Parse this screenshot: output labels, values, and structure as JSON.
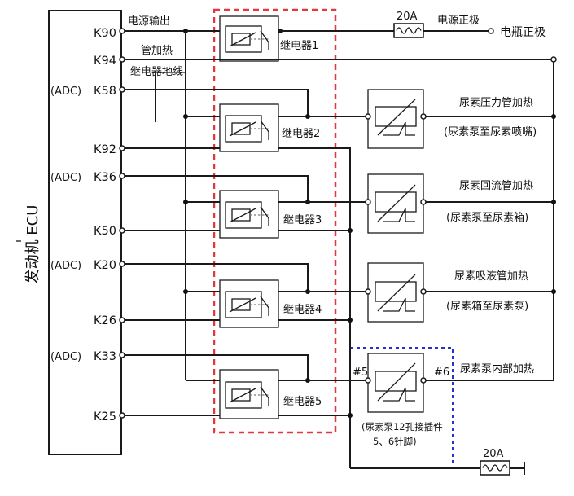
{
  "ecu": {
    "title": "发动机 ECU",
    "pins": [
      {
        "prefix": "",
        "name": "K90"
      },
      {
        "prefix": "",
        "name": "K94"
      },
      {
        "prefix": "(ADC)",
        "name": "K58"
      },
      {
        "prefix": "",
        "name": "K92"
      },
      {
        "prefix": "(ADC)",
        "name": "K36"
      },
      {
        "prefix": "",
        "name": "K50"
      },
      {
        "prefix": "(ADC)",
        "name": "K20"
      },
      {
        "prefix": "",
        "name": "K26"
      },
      {
        "prefix": "(ADC)",
        "name": "K33"
      },
      {
        "prefix": "",
        "name": "K25"
      }
    ]
  },
  "wire_labels": {
    "power_output": "电源输出",
    "pipe_heating": "管加热",
    "relay_ground": "继电器地线"
  },
  "relays": [
    "继电器1",
    "继电器2",
    "继电器3",
    "继电器4",
    "继电器5"
  ],
  "fuses": {
    "top": "20A",
    "bottom": "20A"
  },
  "power": {
    "positive": "电源正极",
    "battery_positive": "电瓶正极"
  },
  "heaters": [
    {
      "title": "尿素压力管加热",
      "subtitle": "(尿素泵至尿素喷嘴)"
    },
    {
      "title": "尿素回流管加热",
      "subtitle": "(尿素泵至尿素箱)"
    },
    {
      "title": "尿素吸液管加热",
      "subtitle": "(尿素箱至尿素泵)"
    },
    {
      "title": "尿素泵内部加热",
      "subtitle": ""
    }
  ],
  "pump_pins": {
    "left": "#5",
    "right": "#6",
    "note_line1": "(尿素泵12孔接插件",
    "note_line2": "5、6针脚)"
  },
  "colors": {
    "red_box": "#e0393e",
    "blue_box": "#2a2fd0"
  }
}
